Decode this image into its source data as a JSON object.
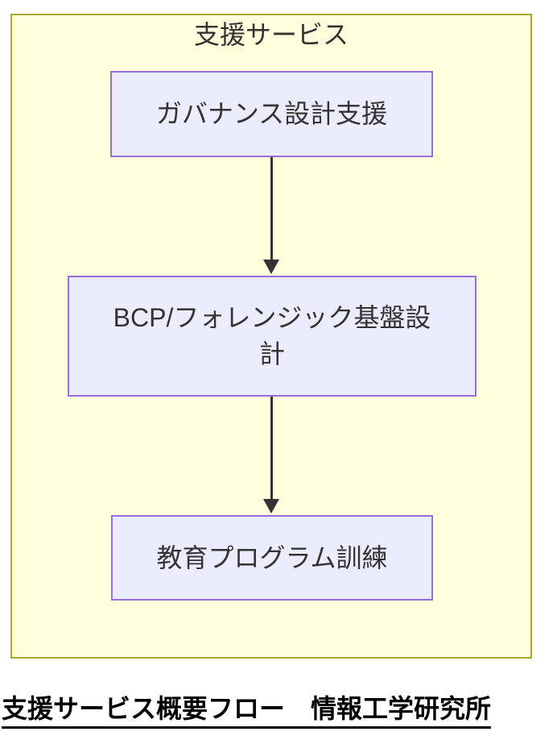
{
  "diagram": {
    "title": "支援サービス",
    "nodes": [
      {
        "id": "A",
        "label": "ガバナンス設計支援"
      },
      {
        "id": "B",
        "label": "BCP/フォレンジック基盤設\n計"
      },
      {
        "id": "C",
        "label": "教育プログラム訓練"
      }
    ],
    "edges": [
      {
        "from": "A",
        "to": "B"
      },
      {
        "from": "B",
        "to": "C"
      }
    ]
  },
  "caption": "支援サービス概要フロー　情報工学研究所",
  "colors": {
    "cluster-fill": "#ffffde",
    "cluster-stroke": "#aaaa33",
    "node-fill": "#ECECFF",
    "node-stroke": "#9370DB",
    "text": "#333333",
    "edge": "#333333",
    "caption-text": "#000000"
  }
}
